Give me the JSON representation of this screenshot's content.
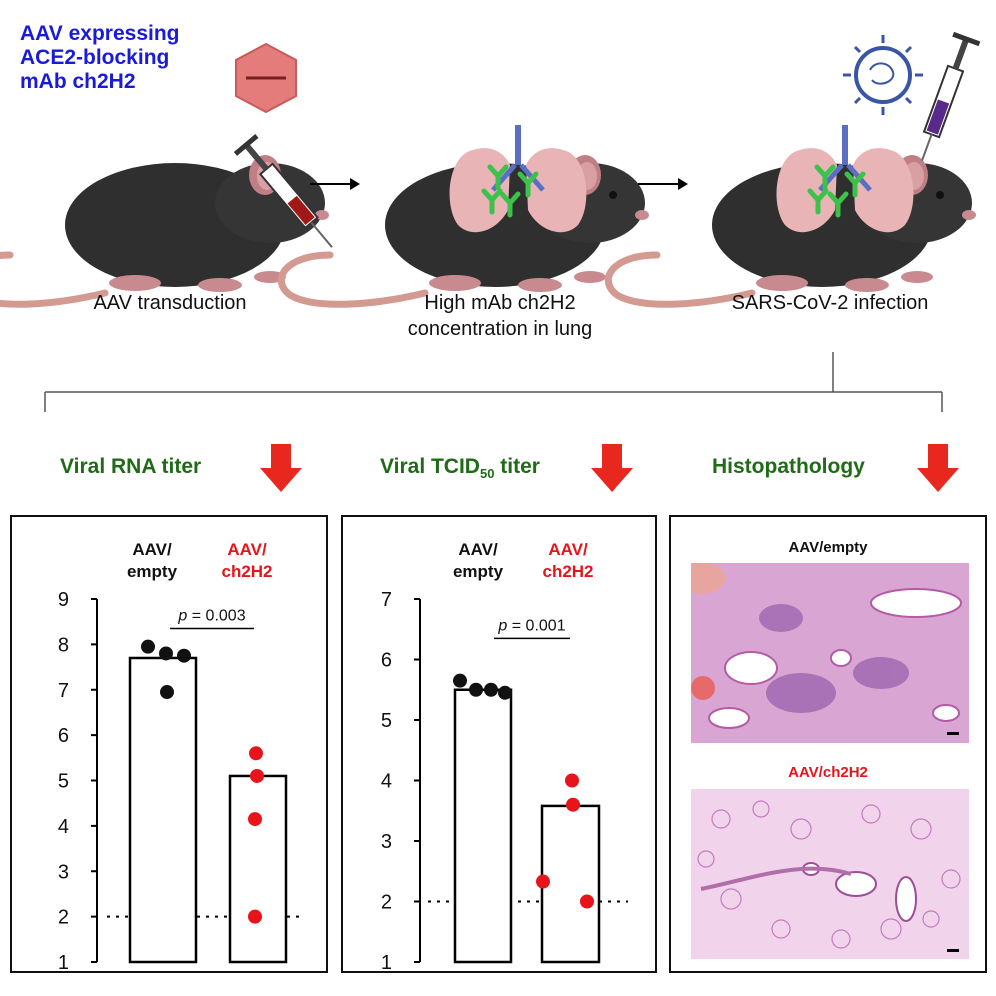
{
  "header": {
    "aav_title_lines": [
      "AAV expressing",
      "ACE2-blocking",
      "mAb ch2H2"
    ]
  },
  "steps": [
    {
      "label_lines": [
        "AAV transduction"
      ]
    },
    {
      "label_lines": [
        "High mAb ch2H2",
        "concentration in lung"
      ]
    },
    {
      "label_lines": [
        "SARS-CoV-2 infection"
      ]
    }
  ],
  "readouts": {
    "rna": "Viral RNA titer",
    "tcid_prefix": "Viral TCID",
    "tcid_sub": "50",
    "tcid_suffix": " titer",
    "histo": "Histopathology"
  },
  "histology": {
    "top_label": "AAV/empty",
    "bottom_label": "AAV/ch2H2"
  },
  "colors": {
    "title_blue": "#1a1adb",
    "readout_green": "#1f6b16",
    "down_arrow_red": "#e8281e",
    "control_black": "#111111",
    "treated_red": "#e8141a",
    "tissue_pink": "#e9b6dc"
  },
  "chart_data": [
    {
      "type": "bar",
      "categories": [
        "AAV/\nempty",
        "AAV/\nch2H2"
      ],
      "category_lines": [
        [
          "AAV/",
          "empty"
        ],
        [
          "AAV/",
          "ch2H2"
        ]
      ],
      "category_colors": [
        "#111111",
        "#e8141a"
      ],
      "values": [
        7.7,
        5.1
      ],
      "points": [
        [
          7.95,
          7.8,
          7.75,
          6.95
        ],
        [
          5.6,
          5.1,
          4.15,
          2.0
        ]
      ],
      "ylim": [
        1,
        9
      ],
      "yticks": [
        1,
        2,
        3,
        4,
        5,
        6,
        7,
        8,
        9
      ],
      "detection_limit": 2,
      "p_label": "p",
      "p_value": " = 0.003",
      "xlabel": "",
      "ylabel": ""
    },
    {
      "type": "bar",
      "categories": [
        "AAV/\nempty",
        "AAV/\nch2H2"
      ],
      "category_lines": [
        [
          "AAV/",
          "empty"
        ],
        [
          "AAV/",
          "ch2H2"
        ]
      ],
      "category_colors": [
        "#111111",
        "#e8141a"
      ],
      "values": [
        5.5,
        3.58
      ],
      "points": [
        [
          5.65,
          5.5,
          5.5,
          5.45
        ],
        [
          4.0,
          3.6,
          2.33,
          2.0
        ]
      ],
      "ylim": [
        1,
        7
      ],
      "yticks": [
        1,
        2,
        3,
        4,
        5,
        6,
        7
      ],
      "detection_limit": 2,
      "p_label": "p",
      "p_value": " = 0.001",
      "xlabel": "",
      "ylabel": ""
    }
  ]
}
